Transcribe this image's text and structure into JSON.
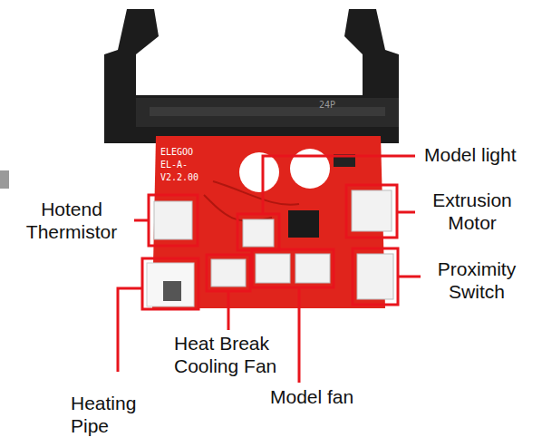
{
  "diagram": {
    "labels": [
      "Model light",
      "Hotend Thermistor",
      "Extrusion Motor",
      "Proximity Switch",
      "Heat Break Cooling Fan",
      "Heating Pipe",
      "Model fan",
      "ELEGOO",
      "EL-A-",
      "V2.2.00",
      "24P"
    ]
  }
}
